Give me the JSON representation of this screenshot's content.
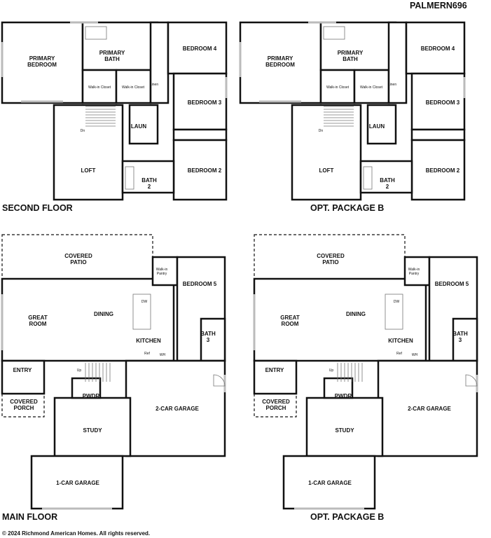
{
  "plan_code": "PALMERN696",
  "second_floor": {
    "title": "SECOND FLOOR",
    "option_title": "OPT. PACKAGE B",
    "rooms": [
      "PRIMARY BEDROOM",
      "PRIMARY BATH",
      "Walk-in Closet",
      "Walk-in Closet",
      "Linen",
      "BEDROOM 4",
      "BEDROOM 3",
      "LAUN",
      "LOFT",
      "BATH 2",
      "BEDROOM 2",
      "Dn"
    ]
  },
  "main_floor": {
    "title": "MAIN FLOOR",
    "option_title": "OPT. PACKAGE B",
    "rooms": [
      "COVERED PATIO",
      "Walk-in Pantry",
      "BEDROOM 5",
      "GREAT ROOM",
      "DINING",
      "DW",
      "KITCHEN",
      "BATH 3",
      "Ref",
      "WH",
      "ENTRY",
      "Up",
      "COVERED PORCH",
      "PWDR",
      "2-CAR GARAGE",
      "STUDY",
      "1-CAR GARAGE"
    ]
  },
  "copyright": "© 2024 Richmond American Homes. All rights reserved."
}
